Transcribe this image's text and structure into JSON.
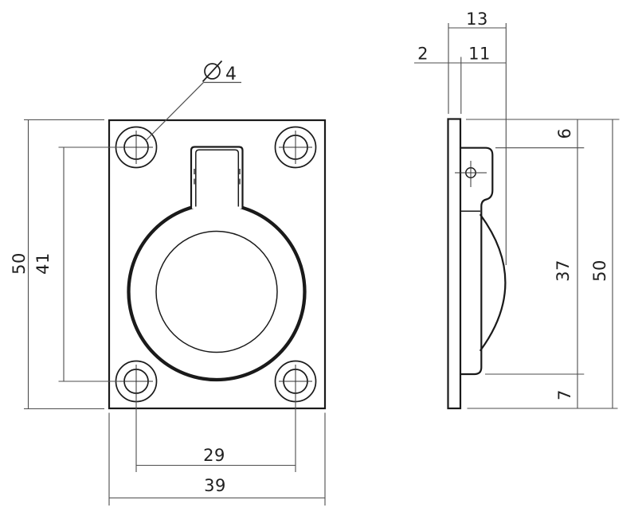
{
  "colors": {
    "background": "#ffffff",
    "outline": "#1a1a1a",
    "dimension_line": "#4d4d4d",
    "centerline": "#333333",
    "text": "#1f1f1f"
  },
  "front_view": {
    "dims": {
      "hole_diameter": "4",
      "height": "50",
      "hole_span_vertical": "41",
      "hole_span_horizontal": "29",
      "width": "39"
    }
  },
  "side_view": {
    "dims": {
      "depth_total": "13",
      "flange_thickness": "2",
      "body_depth": "11",
      "top_inset": "6",
      "body_height": "37",
      "height": "50",
      "bottom_inset": "7"
    }
  }
}
